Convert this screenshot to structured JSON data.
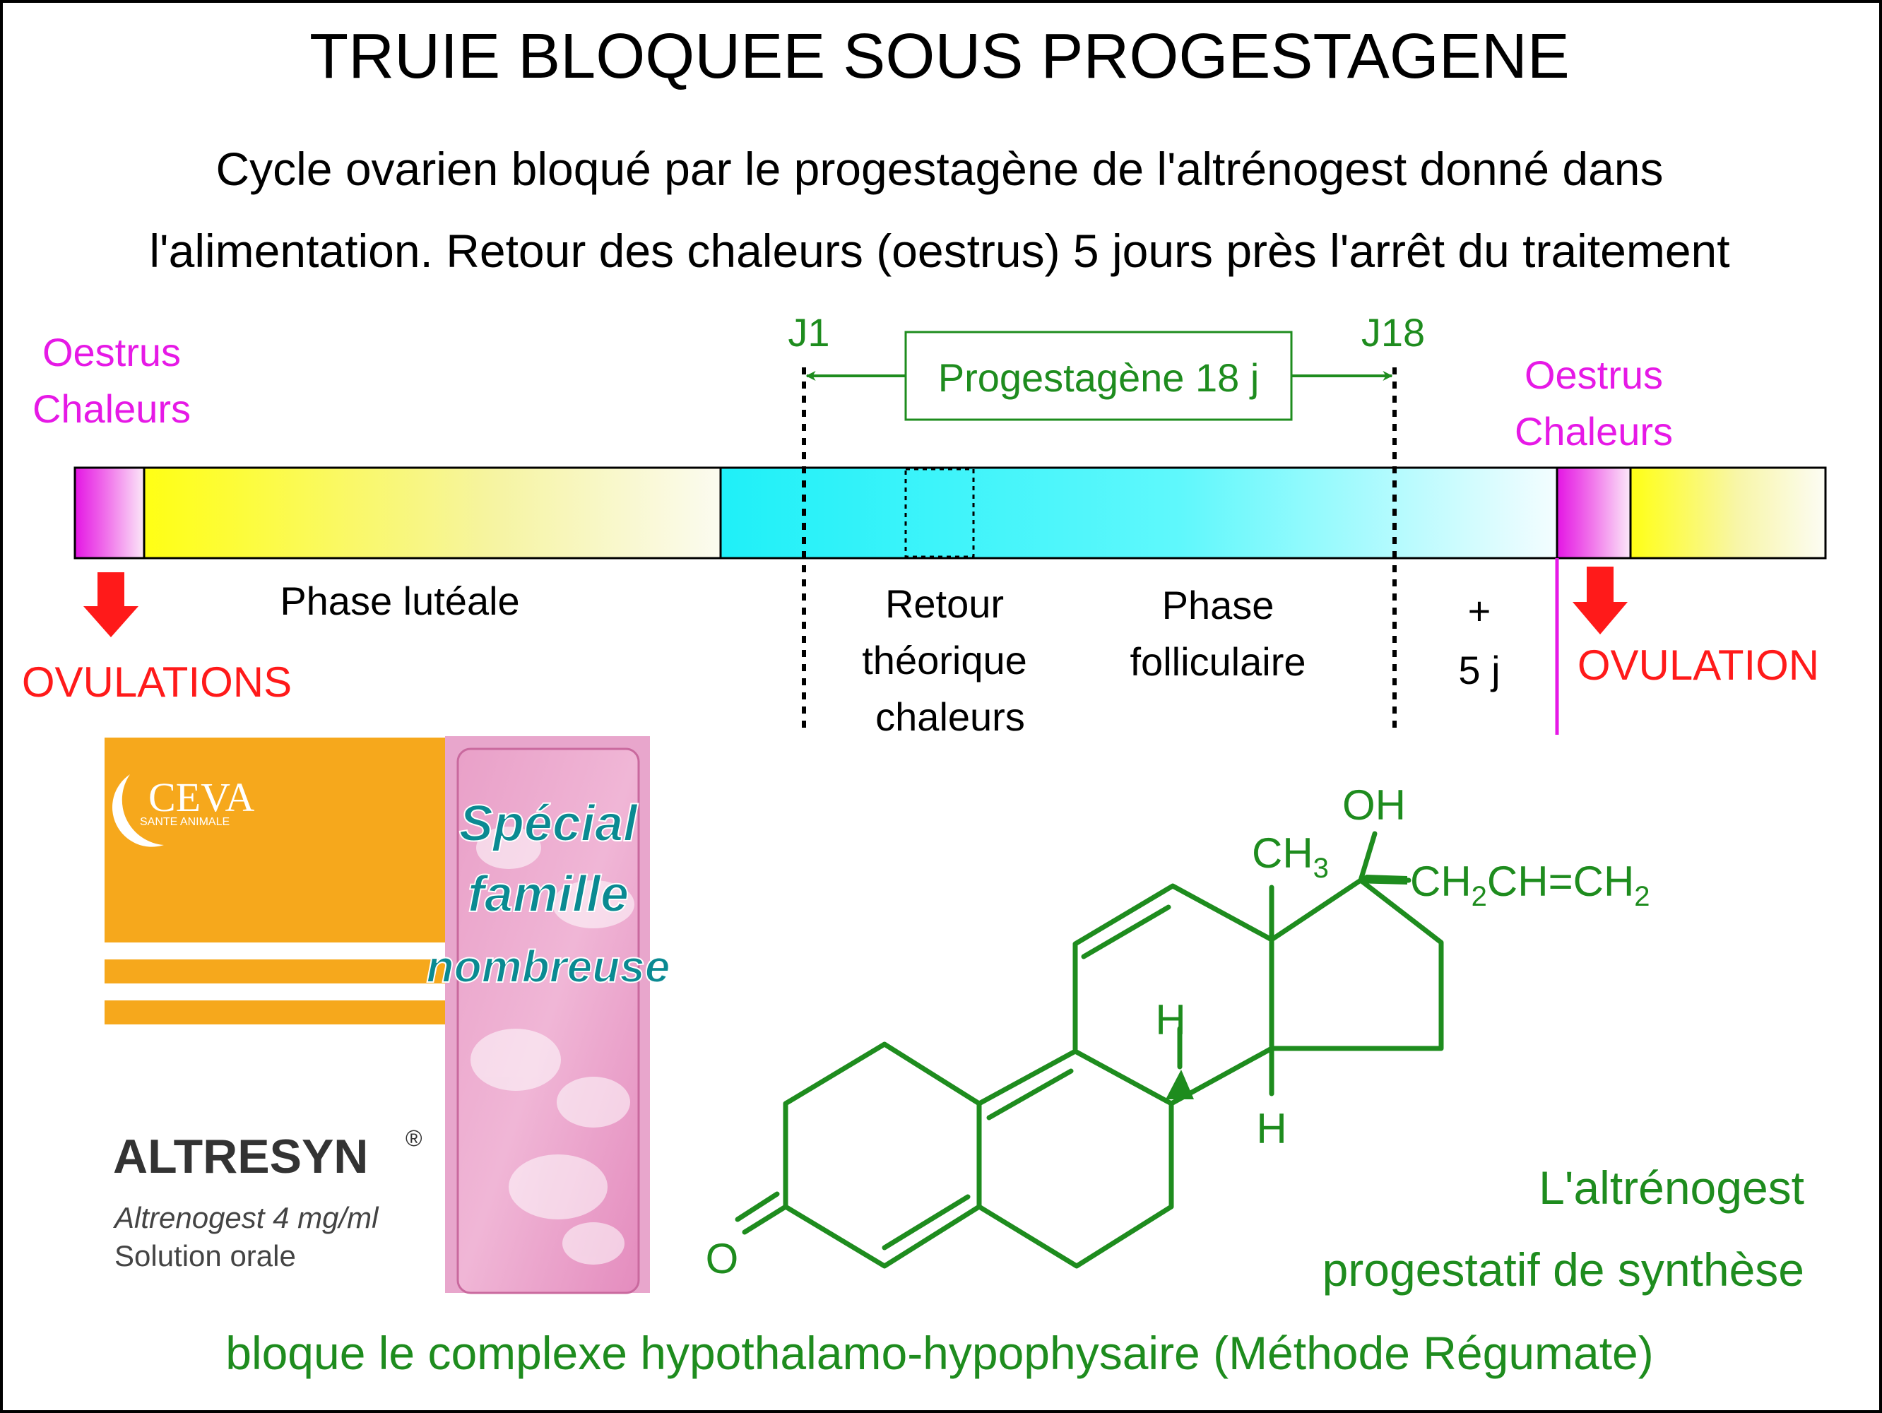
{
  "title": "TRUIE BLOQUEE SOUS PROGESTAGENE",
  "subtitle_lines": [
    "Cycle ovarien bloqué par le progestagène de l'altrénogest donné dans",
    "l'alimentation. Retour des chaleurs (oestrus) 5 jours près l'arrêt du traitement"
  ],
  "timeline": {
    "oestrus_left": [
      "Oestrus",
      "Chaleurs"
    ],
    "oestrus_right": [
      "Oestrus",
      "Chaleurs"
    ],
    "j1_label": "J1",
    "j18_label": "J18",
    "progestagen_label": "Progestagène 18 j",
    "luteal_phase": "Phase lutéale",
    "theoretical_return": [
      "Retour",
      "théorique",
      "chaleurs"
    ],
    "follicular_phase": [
      "Phase",
      "folliculaire"
    ],
    "plus_days": [
      "+",
      "5 j"
    ],
    "ovulations_left": "OVULATIONS",
    "ovulation_right": "OVULATION"
  },
  "product": {
    "brand": "CEVA",
    "brand_sub": "SANTE ANIMALE",
    "name": "ALTRESYN",
    "registered": "®",
    "dose": "Altrenogest 4 mg/ml",
    "form": "Solution orale",
    "special": [
      "Spécial",
      "famille",
      "nombreuse"
    ]
  },
  "molecule": {
    "oh": "OH",
    "ch3": "CH",
    "ch3_sub": "3",
    "side_chain_parts": [
      "CH",
      "2",
      "CH=CH",
      "2"
    ],
    "h_top": "H",
    "h_bottom": "H",
    "oxygen": "O"
  },
  "caption": {
    "line1": "L'altrénogest",
    "line2": "progestatif de synthèse",
    "line3": "bloque le complexe hypothalamo-hypophysaire (Méthode Régumate)"
  },
  "colors": {
    "green": "#1e8c1e",
    "magenta": "#e619e6",
    "red": "#ff1a1a",
    "cyan": "#1ff0f8",
    "yellow": "#ffff1a",
    "orange": "#f6a81c",
    "pink_box": "#e89cc6"
  }
}
